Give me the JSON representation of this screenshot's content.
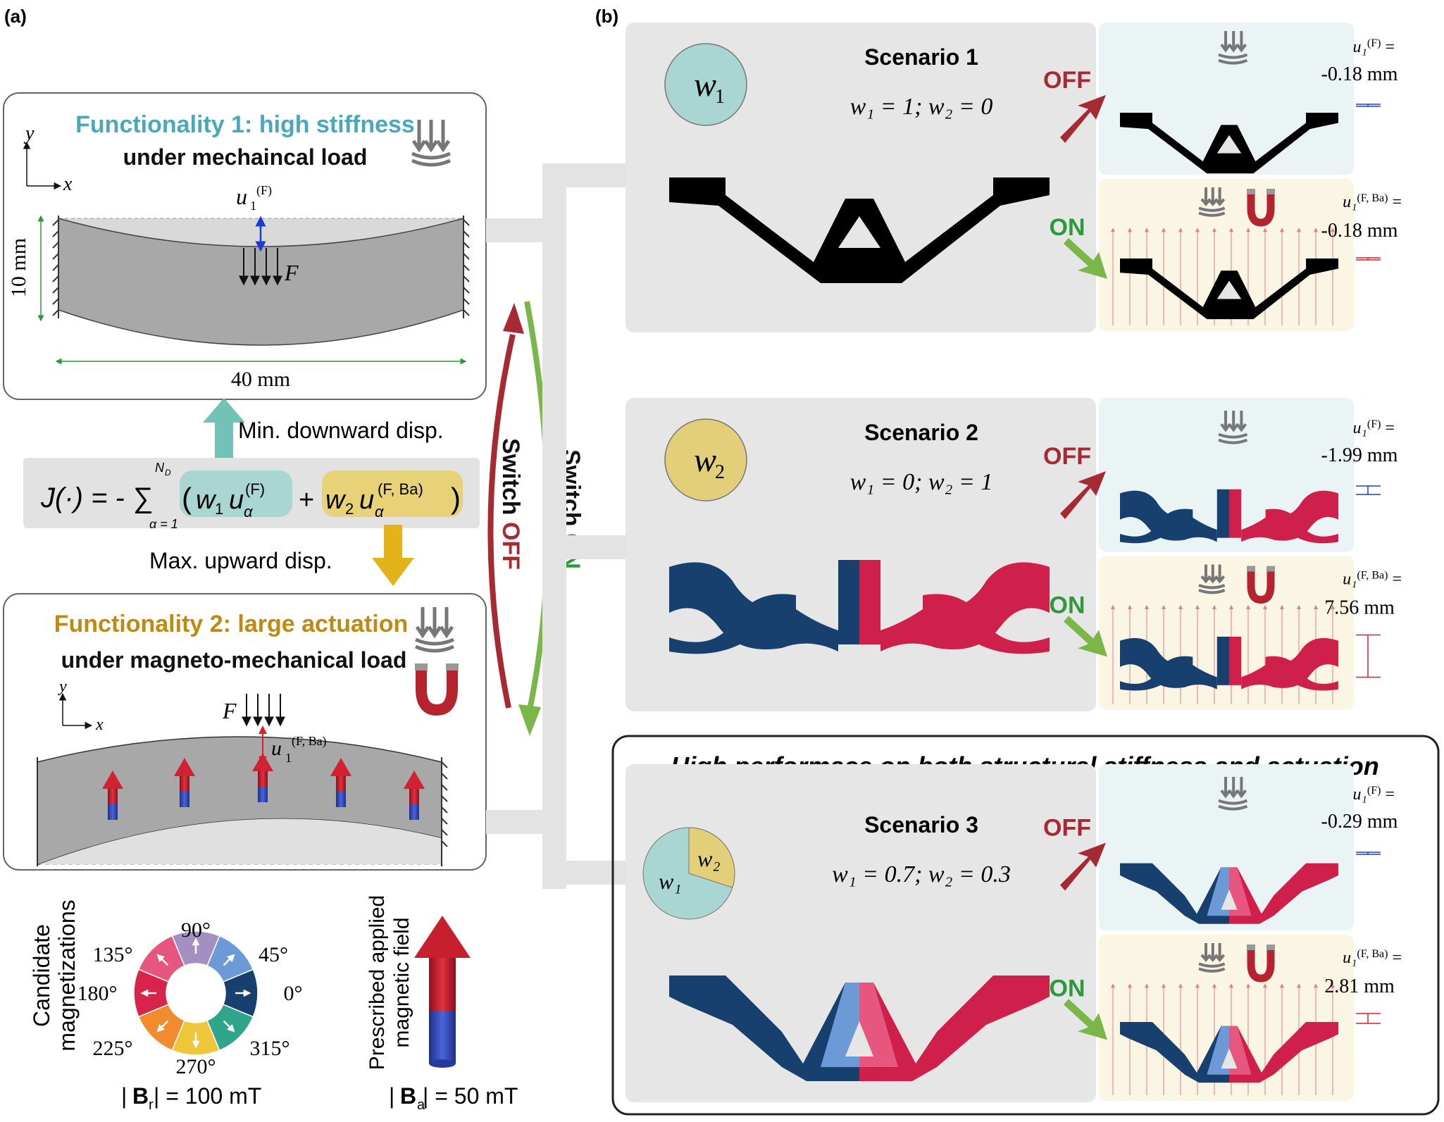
{
  "panel_a": {
    "label": "(a)",
    "func1": {
      "title": "Functionality 1: high stiffness",
      "subtitle": "under mechaincal load",
      "axis_y": "y",
      "axis_x": "x",
      "disp_label": "u",
      "disp_sub": "1",
      "disp_sup": "(F)",
      "force_label": "F",
      "height_dim": "10 mm",
      "width_dim": "40 mm"
    },
    "objective": {
      "min_label": "Min. downward disp.",
      "max_label": "Max. upward disp.",
      "formula_lhs": "J(·) = - ∑",
      "sum_top": "N",
      "sum_top_sub": "D",
      "sum_bottom": "α = 1",
      "term1": "w",
      "term1_sub": "1",
      "term1_u": "u",
      "term1_u_sub": "α",
      "term1_u_sup": "(F)",
      "plus": "+",
      "term2": "w",
      "term2_sub": "2",
      "term2_u": "u",
      "term2_u_sub": "α",
      "term2_u_sup": "(F, Ba)"
    },
    "func2": {
      "title": "Functionality 2: large actuation",
      "subtitle": "under magneto-mechanical load",
      "axis_y": "y",
      "axis_x": "x",
      "force_label": "F",
      "disp_label": "u",
      "disp_sub": "1",
      "disp_sup": "(F, Ba)"
    },
    "legend": {
      "candidate_line1": "Candidate",
      "candidate_line2": "magnetizations",
      "angles": [
        "90°",
        "45°",
        "0°",
        "315°",
        "270°",
        "225°",
        "180°",
        "135°"
      ],
      "br_prefix": "| ",
      "br_symbol": "B",
      "br_sub": "r",
      "br_value": " | = 100 mT",
      "applied_line1": "Prescribed applied",
      "applied_line2": "magnetic field",
      "ba_prefix": "| ",
      "ba_symbol": "B",
      "ba_sub": "a",
      "ba_value": " | = 50 mT",
      "colors": {
        "90": "#a48fc1",
        "45": "#6c9ad6",
        "0": "#17406f",
        "315": "#2fa58b",
        "270": "#eec53b",
        "225": "#f08c2d",
        "180": "#d8234a",
        "135": "#e7567f"
      }
    },
    "switch_off": "Switch ",
    "switch_off_word": "OFF",
    "switch_on": "Switch ",
    "switch_on_word": "ON"
  },
  "panel_b": {
    "label": "(b)",
    "off_label": "OFF",
    "on_label": "ON",
    "highlight_title": "High performace on both structural stiffness and actuation",
    "scenarios": [
      {
        "title": "Scenario 1",
        "weight_symbol": "w",
        "weight_sub": "1",
        "weights_text": "w₁ = 1; w₂ = 0",
        "off_value_label": "u₁",
        "off_value_sup": "(F)",
        "off_value": "-0.18 mm",
        "on_value_label": "u₁",
        "on_value_sup": "(F, Ba)",
        "on_value": "-0.18 mm"
      },
      {
        "title": "Scenario 2",
        "weight_symbol": "w",
        "weight_sub": "2",
        "weights_text": "w₁ = 0; w₂ = 1",
        "off_value_label": "u₁",
        "off_value_sup": "(F)",
        "off_value": "-1.99 mm",
        "on_value_label": "u₁",
        "on_value_sup": "(F, Ba)",
        "on_value": "7.56 mm"
      },
      {
        "title": "Scenario 3",
        "pie_w1": "w₁",
        "pie_w2": "w₂",
        "weights_text": "w₁ = 0.7; w₂ = 0.3",
        "off_value_label": "u₁",
        "off_value_sup": "(F)",
        "off_value": "-0.29 mm",
        "on_value_label": "u₁",
        "on_value_sup": "(F, Ba)",
        "on_value": "2.81 mm"
      }
    ],
    "colors": {
      "panel_grey": "#e6e6e6",
      "off_bg": "#eaf4f5",
      "on_bg": "#fbf6e4",
      "w1_teal": "#a9d6d2",
      "w2_gold": "#e3cf7a",
      "off_red": "#a62a33",
      "on_green": "#7ab648",
      "navy": "#18406f",
      "crimson": "#cf1f4b"
    }
  }
}
